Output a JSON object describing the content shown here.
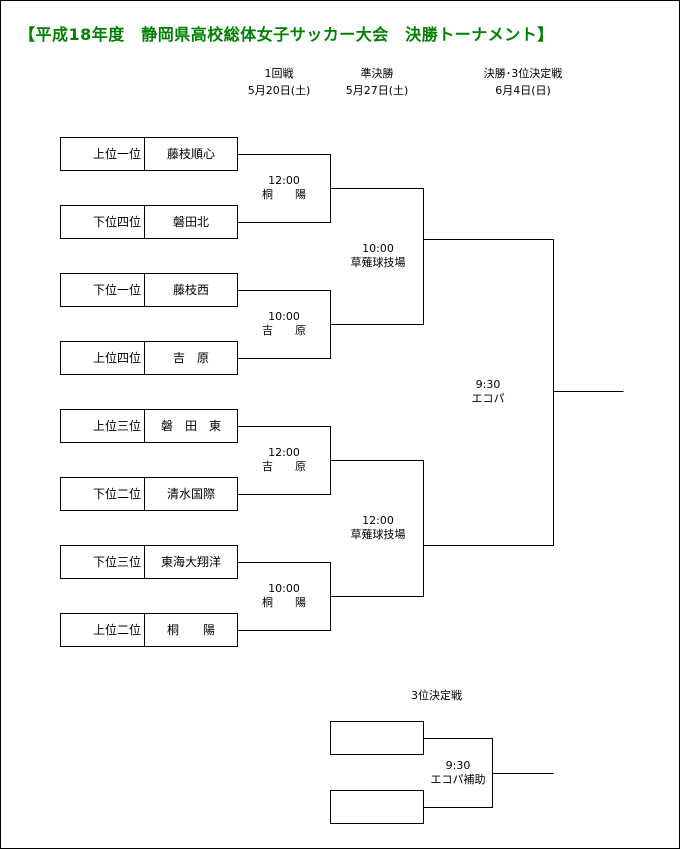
{
  "title": "【平成18年度　静岡県高校総体女子サッカー大会　決勝トーナメント】",
  "rounds": [
    {
      "name": "1回戦",
      "date": "5月20日(土)"
    },
    {
      "name": "準決勝",
      "date": "5月27日(土)"
    },
    {
      "name": "決勝･3位決定戦",
      "date": "6月4日(日)"
    }
  ],
  "teams": [
    {
      "seed": "上位一位",
      "name": "藤枝順心"
    },
    {
      "seed": "下位四位",
      "name": "磐田北"
    },
    {
      "seed": "下位一位",
      "name": "藤枝西"
    },
    {
      "seed": "上位四位",
      "name": "吉　原"
    },
    {
      "seed": "上位三位",
      "name": "磐　田　東"
    },
    {
      "seed": "下位二位",
      "name": "清水国際"
    },
    {
      "seed": "下位三位",
      "name": "東海大翔洋"
    },
    {
      "seed": "上位二位",
      "name": "桐　　陽"
    }
  ],
  "first_round": [
    {
      "time": "12:00",
      "venue": "桐　　陽"
    },
    {
      "time": "10:00",
      "venue": "吉　　原"
    },
    {
      "time": "12:00",
      "venue": "吉　　原"
    },
    {
      "time": "10:00",
      "venue": "桐　　陽"
    }
  ],
  "semifinals": [
    {
      "time": "10:00",
      "venue": "草薙球技場"
    },
    {
      "time": "12:00",
      "venue": "草薙球技場"
    }
  ],
  "final": {
    "time": "9:30",
    "venue": "エコパ"
  },
  "third_place": {
    "title": "3位決定戦",
    "time": "9:30",
    "venue": "エコパ補助"
  },
  "colors": {
    "title": "#008000",
    "line": "#000000"
  }
}
